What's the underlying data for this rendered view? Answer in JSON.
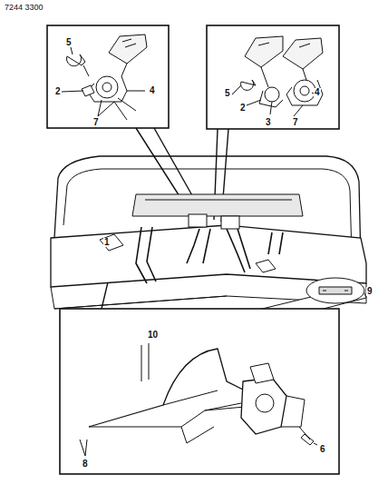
{
  "diagram": {
    "labels": [
      "7244 3300",
      "5",
      "2",
      "7",
      "4",
      "5",
      "2",
      "3",
      "7",
      "4",
      "1",
      "10",
      "9",
      "6",
      "8"
    ]
  }
}
